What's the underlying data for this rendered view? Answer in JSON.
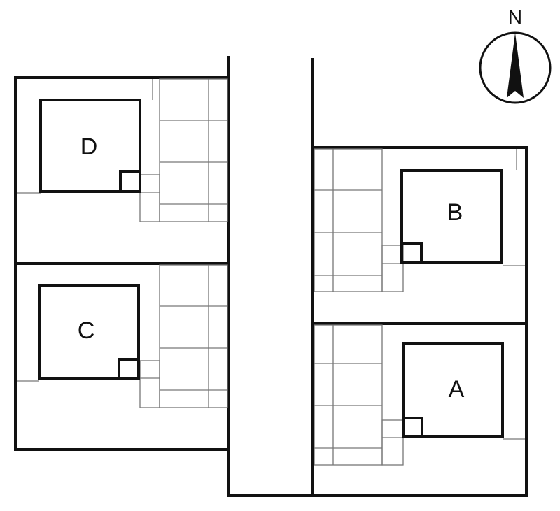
{
  "compass": {
    "label": "N"
  },
  "lots": [
    {
      "id": "D",
      "label": "D"
    },
    {
      "id": "C",
      "label": "C"
    },
    {
      "id": "B",
      "label": "B"
    },
    {
      "id": "A",
      "label": "A"
    }
  ],
  "colors": {
    "line": "#111111",
    "thin_line": "#777777",
    "background": "#ffffff"
  }
}
